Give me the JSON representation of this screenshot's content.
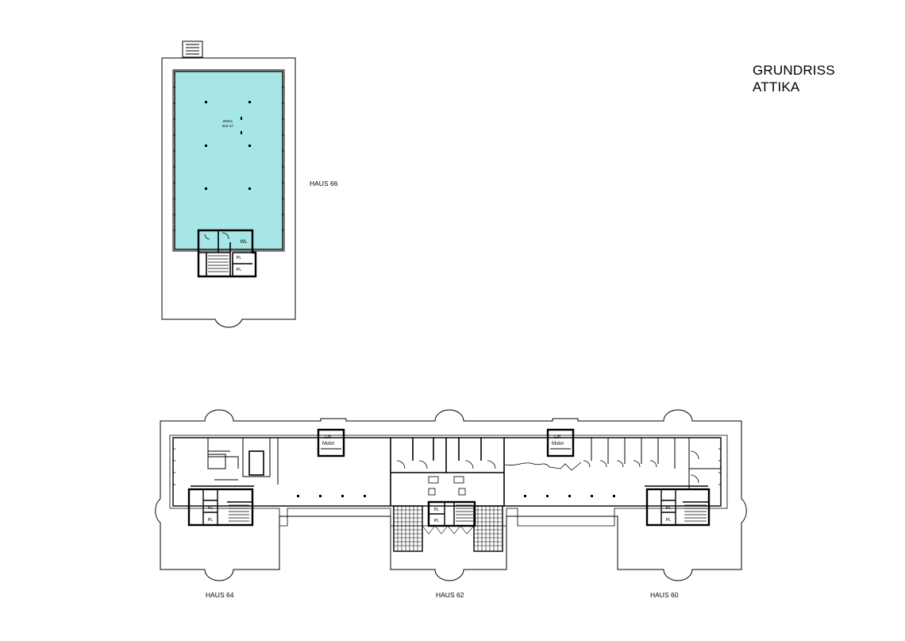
{
  "title": {
    "line1": "GRUNDRISS",
    "line2": "ATTIKA"
  },
  "buildings": {
    "haus66": "HAUS 66",
    "haus64": "HAUS 64",
    "haus62": "HAUS 62",
    "haus60": "HAUS 60"
  },
  "rooms": {
    "wl": "WL",
    "pl": "PL",
    "lift_line1": "Lift",
    "lift_line2": "Motor",
    "space_id": "06011",
    "space_area": "615 m²"
  },
  "colors": {
    "highlight_area": "#a6e6e6",
    "lines": "#000000"
  }
}
